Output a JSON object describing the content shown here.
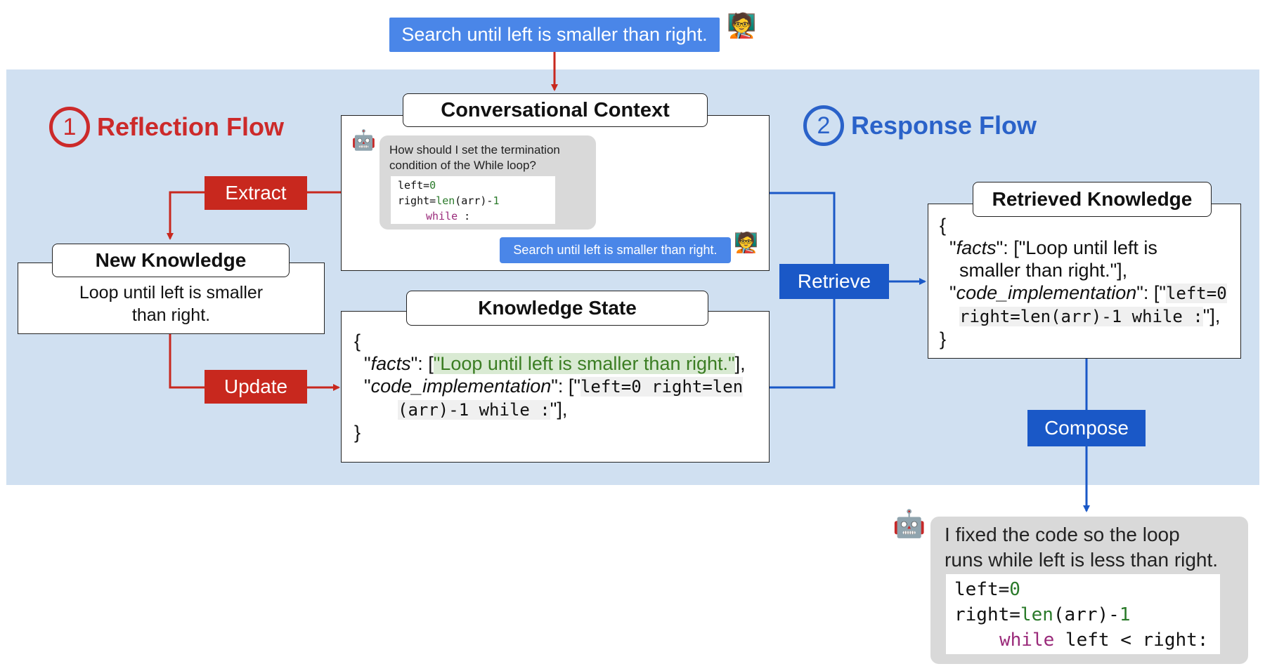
{
  "top_query": "Search until left is smaller than right.",
  "reflection": {
    "number": "1",
    "title": "Reflection Flow"
  },
  "response": {
    "number": "2",
    "title": "Response Flow"
  },
  "conversational_context": {
    "title": "Conversational Context",
    "question_line1": "How should I set the termination",
    "question_line2": "condition of the While loop?",
    "code": {
      "l1a": "left=",
      "l1b": "0",
      "l2a": "right=",
      "l2b": "len",
      "l2c": "(arr)-",
      "l2d": "1",
      "l3": "while",
      "l3b": " :"
    },
    "user_reply": "Search until left is smaller than right."
  },
  "labels": {
    "extract": "Extract",
    "update": "Update",
    "retrieve": "Retrieve",
    "compose": "Compose"
  },
  "new_knowledge": {
    "title": "New Knowledge",
    "line1": "Loop until left is smaller",
    "line2": "than right."
  },
  "knowledge_state": {
    "title": "Knowledge State",
    "open": "{",
    "facts_key": "facts",
    "facts_value": "\"Loop until left is smaller than right.\"",
    "code_key": "code_implementation",
    "code_value1": "left=0 right=len",
    "code_value2": "(arr)-1 while :",
    "close": "}"
  },
  "retrieved_knowledge": {
    "title": "Retrieved Knowledge",
    "open": "{",
    "facts_key": "facts",
    "facts_line1": "\"Loop until left is",
    "facts_line2": "smaller than right.\"],",
    "code_key": "code_implementation",
    "code_line1": "left=0",
    "code_line2": "right=len(arr)-1 while :",
    "close": "}"
  },
  "final_response": {
    "line1": "I fixed the code so the loop",
    "line2": "runs while left is less than right.",
    "code": {
      "l1a": "left=",
      "l1b": "0",
      "l2a": "right=",
      "l2b": "len",
      "l2c": "(arr)-",
      "l2d": "1",
      "l3a": "while",
      "l3b": " left < right:"
    }
  },
  "colors": {
    "panel": "#d0e0f1",
    "red": "#c8281e",
    "blue": "#1a58c7",
    "query": "#4a86e8"
  },
  "icons": [
    "user-icon",
    "robot-icon"
  ]
}
